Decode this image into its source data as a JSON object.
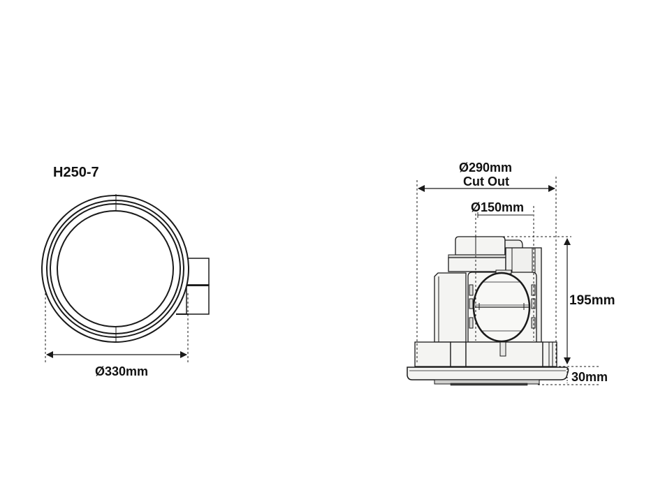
{
  "model": "H250-7",
  "top_view": {
    "diameter_label": "Ø330mm"
  },
  "side_view": {
    "cutout_diameter_label": "Ø290mm",
    "cutout_caption": "Cut Out",
    "spigot_diameter_label": "Ø150mm",
    "height_label": "195mm",
    "grille_height_label": "30mm"
  },
  "colors": {
    "line": "#1a1a1a",
    "fill_light": "#f4f4f2",
    "fill_mid": "#e9e9e7",
    "background": "#ffffff"
  }
}
